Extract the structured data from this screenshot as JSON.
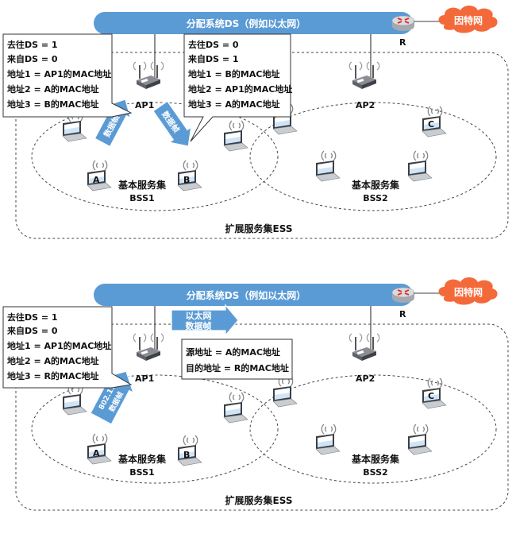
{
  "top": {
    "ds_label": "分配系统DS（例如以太网）",
    "router_label": "R",
    "internet_label": "因特网",
    "ap1_label": "AP1",
    "ap2_label": "AP2",
    "bss1_title": "基本服务集",
    "bss1_name": "BSS1",
    "bss2_title": "基本服务集",
    "bss2_name": "BSS2",
    "ess_label": "扩展服务集ESS",
    "host_a": "A",
    "host_b": "B",
    "host_c": "C",
    "frame_label_1": "数据帧",
    "frame_label_2": "数据帧",
    "box_left": {
      "to_ds": "去往DS = 1",
      "from_ds": "来自DS = 0",
      "addr1": "地址1 = AP1的MAC地址",
      "addr2": "地址2 = A的MAC地址",
      "addr3": "地址3 = B的MAC地址"
    },
    "box_right": {
      "to_ds": "去往DS = 0",
      "from_ds": "来自DS = 1",
      "addr1": "地址1 = B的MAC地址",
      "addr2": "地址2 = AP1的MAC地址",
      "addr3": "地址3 = A的MAC地址"
    }
  },
  "bottom": {
    "ds_label": "分配系统DS（例如以太网）",
    "router_label": "R",
    "internet_label": "因特网",
    "ap1_label": "AP1",
    "ap2_label": "AP2",
    "bss1_title": "基本服务集",
    "bss1_name": "BSS1",
    "bss2_title": "基本服务集",
    "bss2_name": "BSS2",
    "ess_label": "扩展服务集ESS",
    "host_a": "A",
    "host_b": "B",
    "host_c": "C",
    "frame_label_802": "802.11",
    "frame_label_data": "数据帧",
    "eth_frame_line1": "以太网",
    "eth_frame_line2": "数据帧",
    "box_left": {
      "to_ds": "去往DS = 1",
      "from_ds": "来自DS = 0",
      "addr1": "地址1 = AP1的MAC地址",
      "addr2": "地址2 = A的MAC地址",
      "addr3": "地址3 = R的MAC地址"
    },
    "box_eth": {
      "src": "源地址 = A的MAC地址",
      "dst": "目的地址 = R的MAC地址"
    }
  },
  "colors": {
    "ds_bar": "#5b9bd5",
    "internet_cloud": "#f4693a",
    "router_red": "#e03030",
    "frame_arrow": "#5b9bd5"
  }
}
